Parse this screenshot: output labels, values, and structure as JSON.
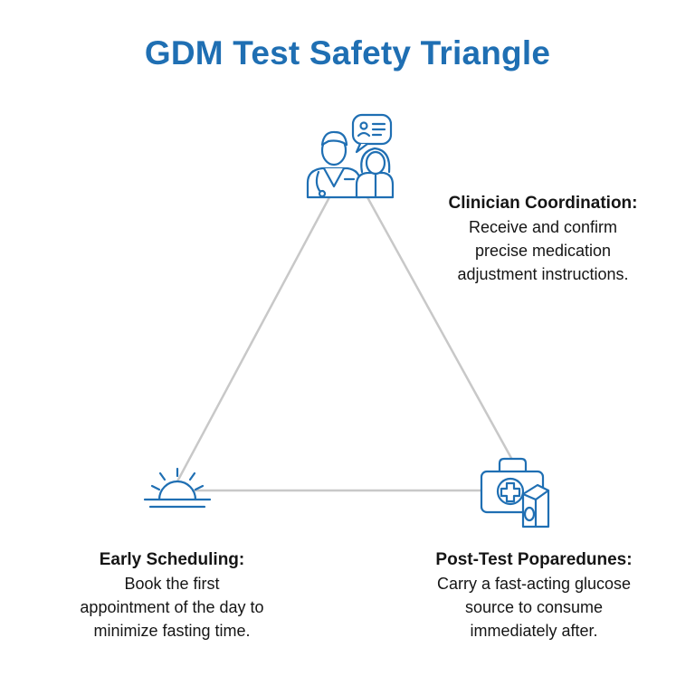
{
  "title": "GDM Test Safety Triangle",
  "colors": {
    "title": "#1f6fb3",
    "icon": "#1f6fb3",
    "edge": "#c8c8c8",
    "text": "#151515"
  },
  "nodes": {
    "top": {
      "icon": "clinician-and-patient-icon",
      "heading": "Clinician Coordination:",
      "lines": [
        "Receive and confirm",
        "precise medication",
        "adjustment instructions."
      ]
    },
    "left": {
      "icon": "sunrise-icon",
      "heading": "Early Scheduling:",
      "lines": [
        "Book the first",
        "appointment of the day to",
        "minimize fasting time."
      ]
    },
    "right": {
      "icon": "medical-kit-and-juice-icon",
      "heading": "Post-Test Poparedunes:",
      "lines": [
        "Carry a fast-acting glucose",
        "source to consume",
        "immediately after."
      ]
    }
  }
}
